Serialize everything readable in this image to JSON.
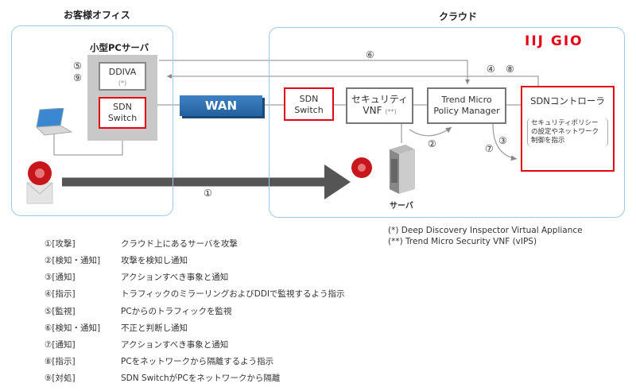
{
  "zones": {
    "office": {
      "title": "お客様オフィス",
      "server_title": "小型PCサーバ"
    },
    "cloud": {
      "title": "クラウド",
      "brand": "IIJ GIO"
    }
  },
  "nodes": {
    "ddiva": {
      "line1": "DDIVA",
      "line2": "(*)"
    },
    "office_switch": {
      "line1": "SDN",
      "line2": "Switch"
    },
    "wan": {
      "label": "WAN"
    },
    "cloud_switch": {
      "line1": "SDN",
      "line2": "Switch"
    },
    "security_vnf": {
      "line1": "セキュリティ",
      "line2": "VNF",
      "note": "(**)"
    },
    "policy_manager": {
      "line1": "Trend Micro",
      "line2": "Policy Manager"
    },
    "sdn_controller": {
      "title": "SDNコントローラ",
      "desc1": "セキュリティポリシー",
      "desc2": "の設定やネットワーク",
      "desc3": "制御を指示"
    },
    "server": {
      "label": "サーバ"
    }
  },
  "step_markers": {
    "s1": "①",
    "s2": "②",
    "s3": "③",
    "s4": "④",
    "s5": "⑤",
    "s6": "⑥",
    "s7": "⑦",
    "s8": "⑧",
    "s9": "⑨"
  },
  "footnotes": [
    "(*)  Deep Discovery Inspector Virtual Appliance",
    "(**)  Trend Micro Security VNF (vIPS)"
  ],
  "legend": [
    {
      "tag": "①[攻撃]",
      "text": "クラウド上にあるサーバを攻撃"
    },
    {
      "tag": "②[検知・通知]",
      "text": "攻撃を検知し通知"
    },
    {
      "tag": "③[通知]",
      "text": "アクションすべき事象と通知"
    },
    {
      "tag": "④[指示]",
      "text": "トラフィックのミラーリングおよびDDIで監視するよう指示"
    },
    {
      "tag": "⑤[監視]",
      "text": "PCからのトラフィックを監視"
    },
    {
      "tag": "⑥[検知・通知]",
      "text": "不正と判断し通知"
    },
    {
      "tag": "⑦[通知]",
      "text": "アクションすべき事象と通知"
    },
    {
      "tag": "⑧[指示]",
      "text": "PCをネットワークから隔離するよう指示"
    },
    {
      "tag": "⑨[対処]",
      "text": "SDN SwitchがPCをネットワークから隔離"
    }
  ],
  "colors": {
    "accent_red": "#e60012",
    "zone_border": "#9cc9ea",
    "wan_blue": "#2e6fad"
  }
}
